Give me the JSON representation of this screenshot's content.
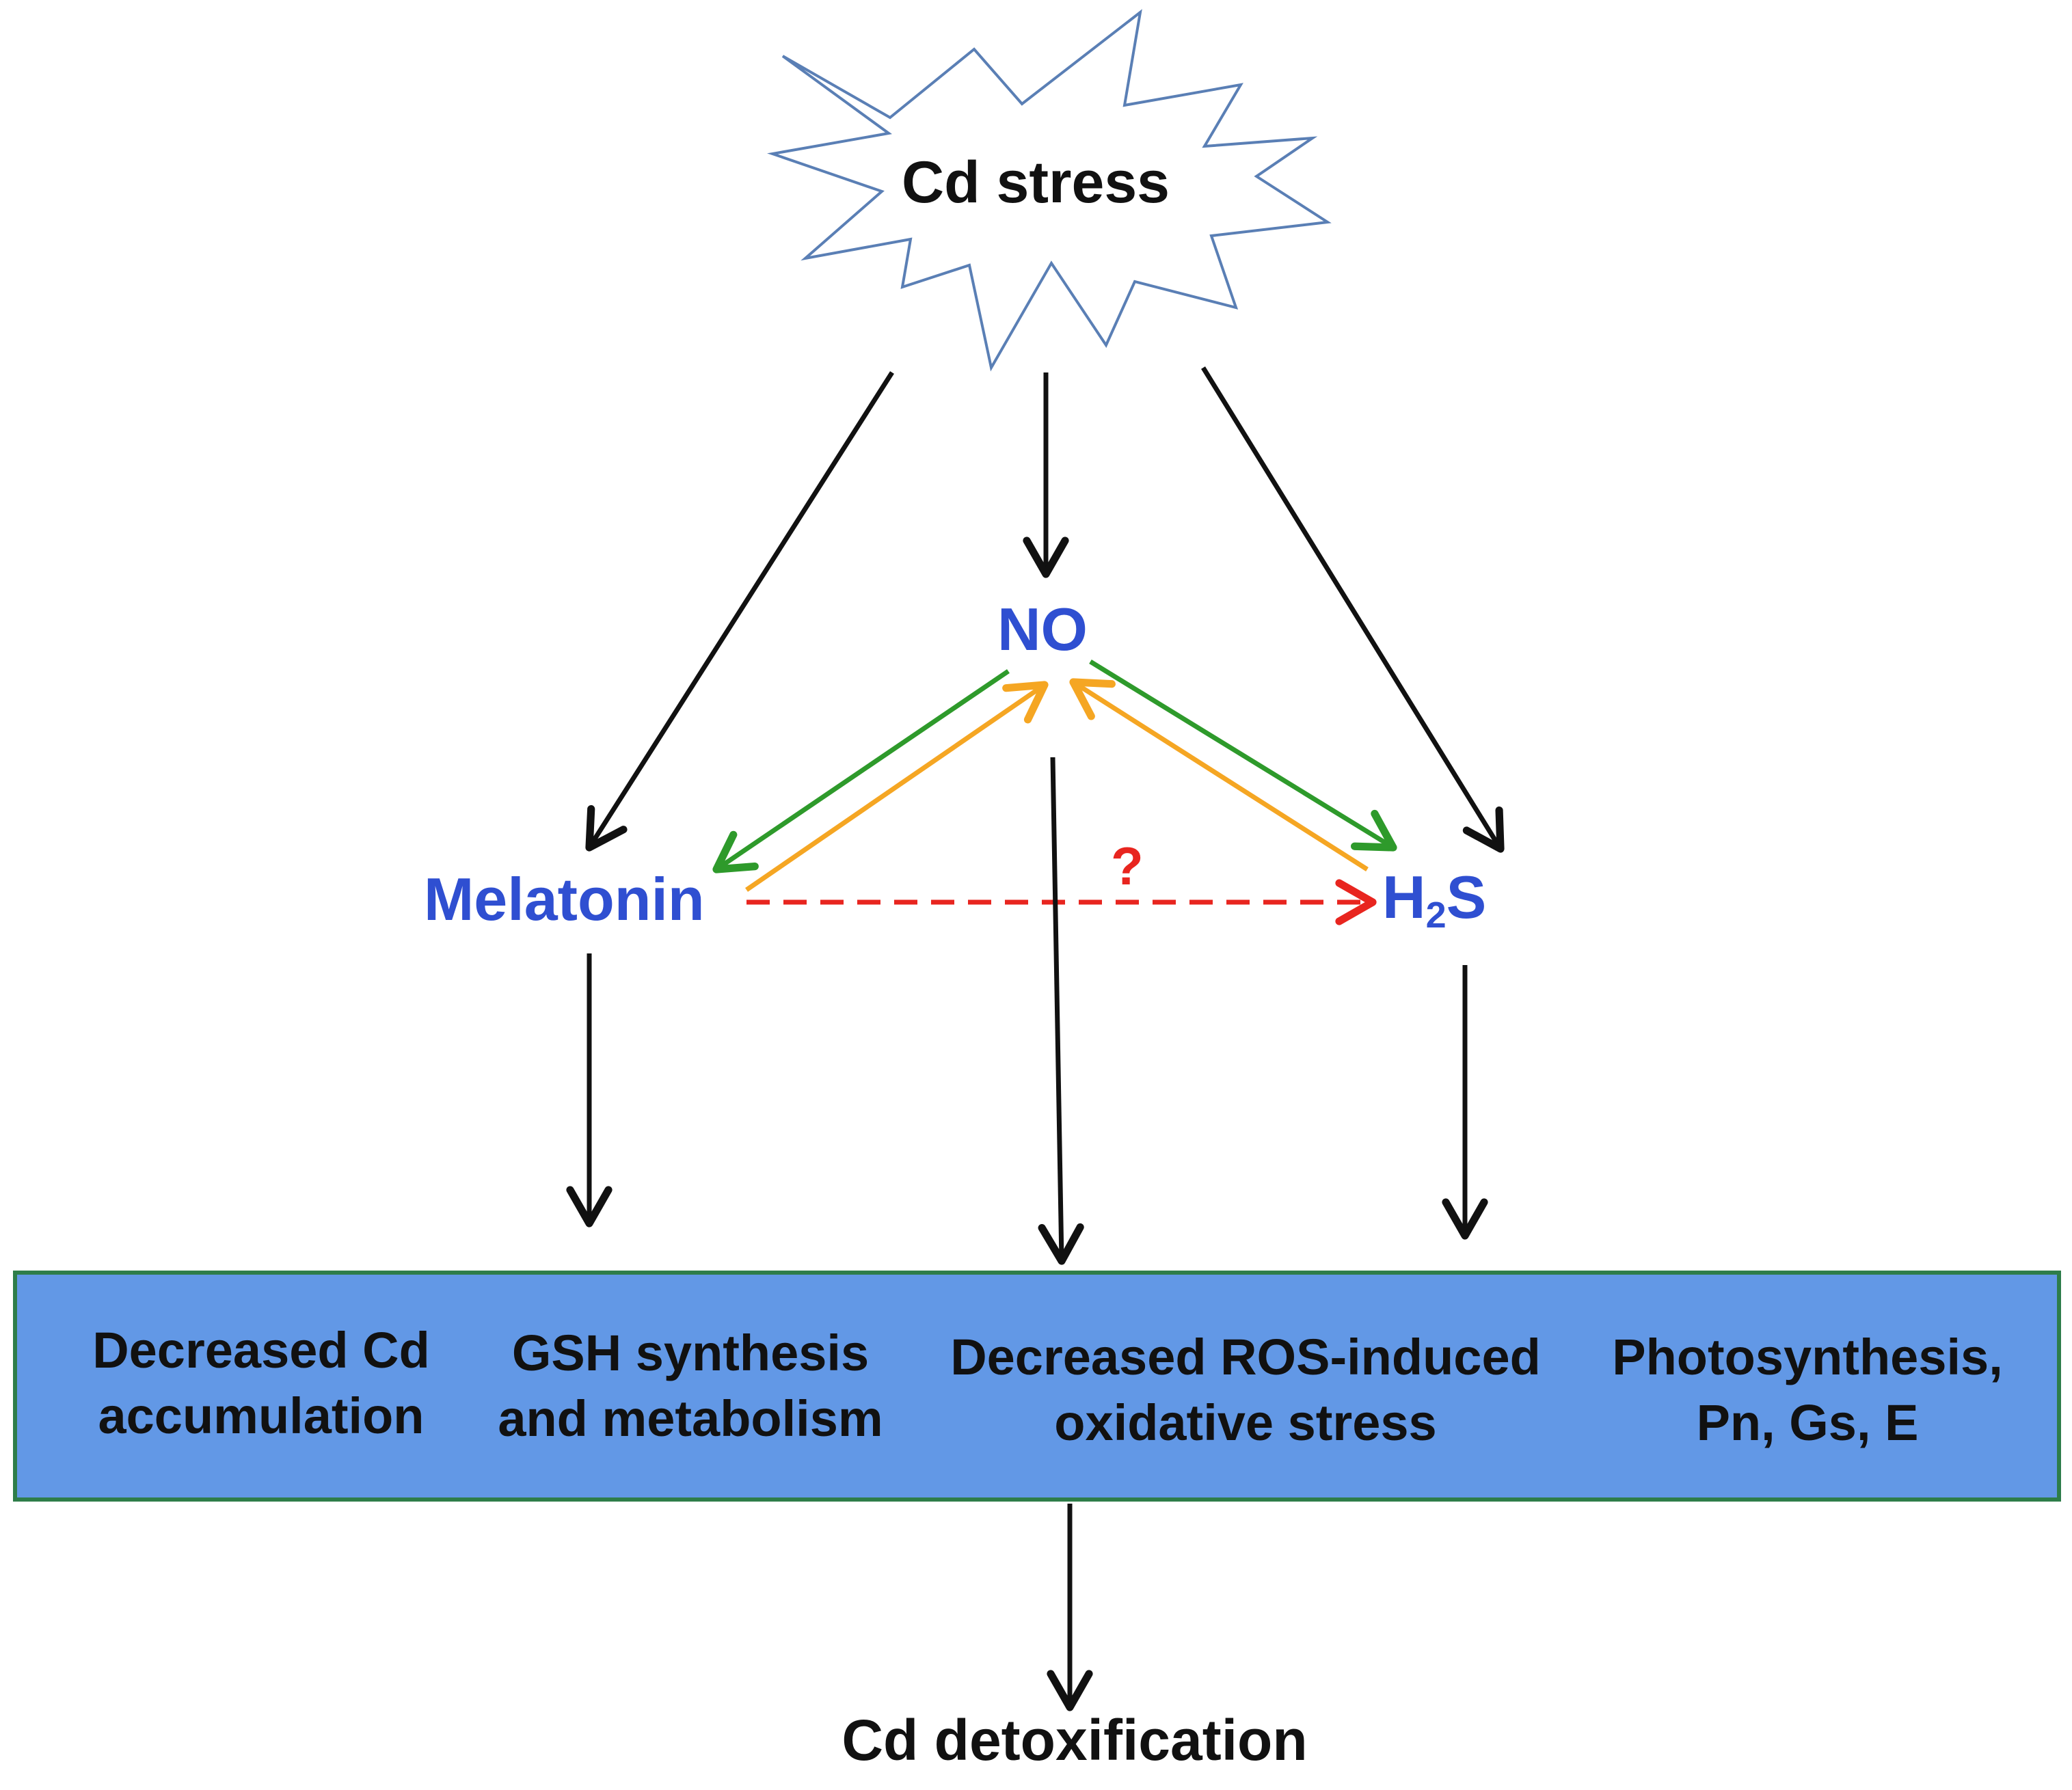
{
  "diagram": {
    "stressor": "Cd stress",
    "nodes": {
      "no": "NO",
      "melatonin": "Melatonin",
      "h2s_h": "H",
      "h2s_sub": "2",
      "h2s_s": "S"
    },
    "unknown_link": "?",
    "effects_box": {
      "effects": [
        "Decreased Cd\naccumulation",
        "GSH synthesis\nand metabolism",
        "Decreased ROS-induced\noxidative stress",
        "Photosynthesis,\nPn, Gs, E"
      ]
    },
    "outcome": "Cd detoxification"
  },
  "colors": {
    "node_text": "#2f4fd1",
    "arrow_black": "#111111",
    "arrow_green": "#2e9a2b",
    "arrow_orange": "#f5a623",
    "arrow_red_dashed": "#e8251f",
    "box_fill": "#6298e6",
    "box_border": "#2e7d4a",
    "star_stroke": "#5a7fb5"
  }
}
